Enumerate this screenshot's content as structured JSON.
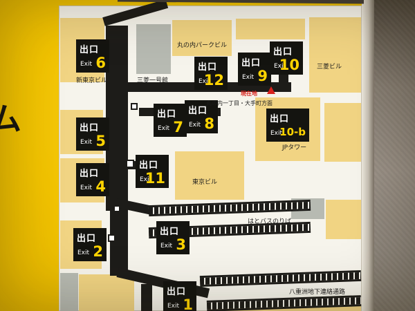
{
  "photo": {
    "left_partial_text": "ム"
  },
  "map": {
    "exits": [
      {
        "jp": "出口",
        "en": "Exit",
        "num": "6"
      },
      {
        "jp": "出口",
        "en": "Exit",
        "num": "5"
      },
      {
        "jp": "出口",
        "en": "Exit",
        "num": "4"
      },
      {
        "jp": "出口",
        "en": "Exit",
        "num": "2"
      },
      {
        "jp": "出口",
        "en": "Exit",
        "num": "12"
      },
      {
        "jp": "出口",
        "en": "Exit",
        "num": "9"
      },
      {
        "jp": "出口",
        "en": "Exit",
        "num": "10"
      },
      {
        "jp": "出口",
        "en": "Exit",
        "num": "7"
      },
      {
        "jp": "出口",
        "en": "Exit",
        "num": "8"
      },
      {
        "jp": "出口",
        "en": "Exit",
        "num": "10-b"
      },
      {
        "jp": "出口",
        "en": "Exit",
        "num": "11"
      },
      {
        "jp": "出口",
        "en": "Exit",
        "num": "3"
      },
      {
        "jp": "出口",
        "en": "Exit",
        "num": "1"
      }
    ],
    "labels": {
      "marunouchi_park": "丸の内パークビル",
      "mitsubishi": "三菱ビル",
      "shin_tokyo": "新東京ビル",
      "mitsubishi_ichigokan": "三菱一号館",
      "jp_tower": "JPタワー",
      "tokyo_bldg": "東京ビル",
      "hato_bus": "はとバスのりば",
      "yaesu": "八重洲地下連絡通路",
      "direction": "丸の内一丁目・大手町方面",
      "you_are_here": "現在地"
    },
    "colors": {
      "sign_yellow": "#f3c400",
      "building_tan": "#f1d483",
      "building_gray": "#b7bab2",
      "corridor_black": "#1d1c19",
      "exit_number_yellow": "#ffd400",
      "current_location_red": "#d8231d"
    }
  }
}
